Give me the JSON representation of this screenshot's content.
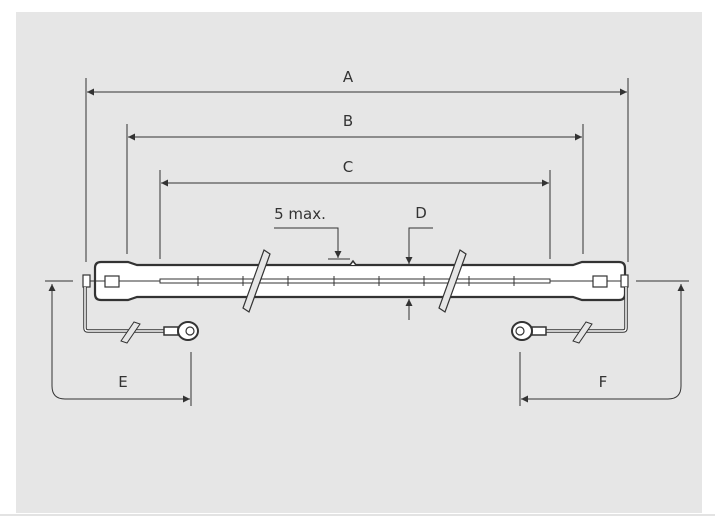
{
  "dimensions": {
    "a": "A",
    "b": "B",
    "c": "C",
    "d": "D",
    "e": "E",
    "f": "F",
    "max_note": "5 max."
  },
  "colors": {
    "background": "#e6e6e6",
    "line": "#333333",
    "tube_fill": "#ffffff"
  }
}
